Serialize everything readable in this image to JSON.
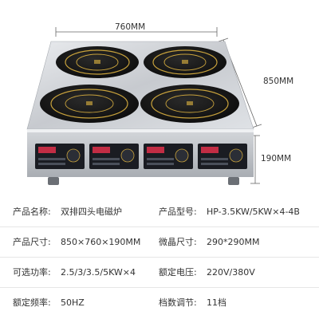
{
  "dimensions": {
    "width": "760MM",
    "depth": "850MM",
    "height": "190MM"
  },
  "specs": [
    [
      {
        "label": "产品名称:",
        "value": "双排四头电磁炉"
      },
      {
        "label": "产品型号:",
        "value": "HP-3.5KW/5KW×4-4B"
      }
    ],
    [
      {
        "label": "产品尺寸:",
        "value": "850×760×190MM"
      },
      {
        "label": "微晶尺寸:",
        "value": "290*290MM"
      }
    ],
    [
      {
        "label": "可选功率:",
        "value": "2.5/3/3.5/5KW×4"
      },
      {
        "label": "额定电压:",
        "value": "220V/380V"
      }
    ],
    [
      {
        "label": "额定频率:",
        "value": "50HZ"
      },
      {
        "label": "档数调节:",
        "value": "11档"
      }
    ]
  ],
  "colors": {
    "steel": "#c9ccd0",
    "glass": "#141414",
    "ring": "#c8a23c",
    "panel": "#1a1c22",
    "display": "#e0304a"
  }
}
